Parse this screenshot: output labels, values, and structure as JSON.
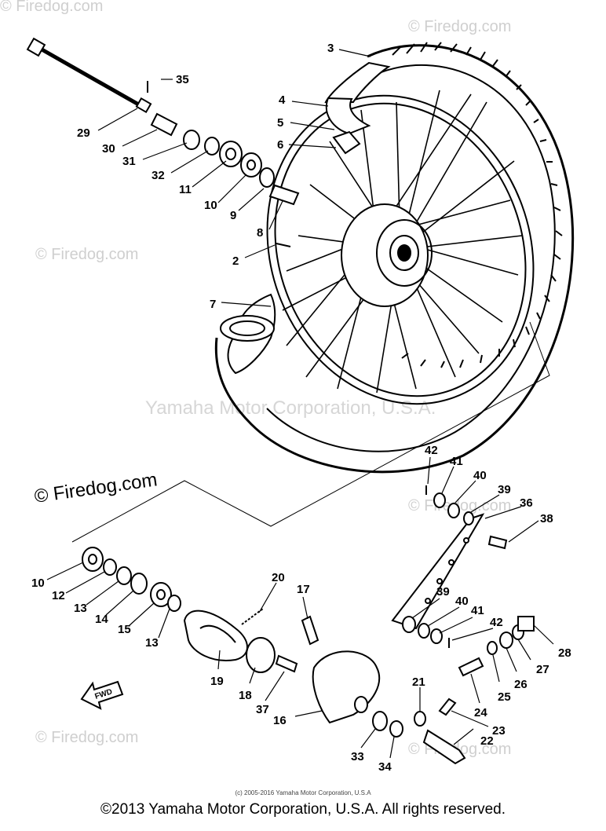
{
  "watermarks": {
    "firedog": "© Firedog.com",
    "firedog_short": "Firedog.com",
    "yamaha": "Yamaha Motor Corporation, U.S.A."
  },
  "copyright": {
    "small": "(c) 2005-2016 Yamaha Motor Corporation, U.S.A",
    "main": "©2013 Yamaha Motor Corporation, U.S.A. All rights reserved."
  },
  "fwd_label": "FWD",
  "callouts": {
    "c2": "2",
    "c3": "3",
    "c4": "4",
    "c5": "5",
    "c6": "6",
    "c7": "7",
    "c8": "8",
    "c9": "9",
    "c10a": "10",
    "c10b": "10",
    "c11": "11",
    "c12": "12",
    "c13a": "13",
    "c13b": "13",
    "c14": "14",
    "c15": "15",
    "c16": "16",
    "c17": "17",
    "c18": "18",
    "c19": "19",
    "c20": "20",
    "c21": "21",
    "c22": "22",
    "c23": "23",
    "c24": "24",
    "c25": "25",
    "c26": "26",
    "c27": "27",
    "c28": "28",
    "c29": "29",
    "c30": "30",
    "c31": "31",
    "c32": "32",
    "c33": "33",
    "c34": "34",
    "c35": "35",
    "c36": "36",
    "c37": "37",
    "c38": "38",
    "c39a": "39",
    "c39b": "39",
    "c40a": "40",
    "c40b": "40",
    "c41a": "41",
    "c41b": "41",
    "c42a": "42",
    "c42b": "42"
  }
}
